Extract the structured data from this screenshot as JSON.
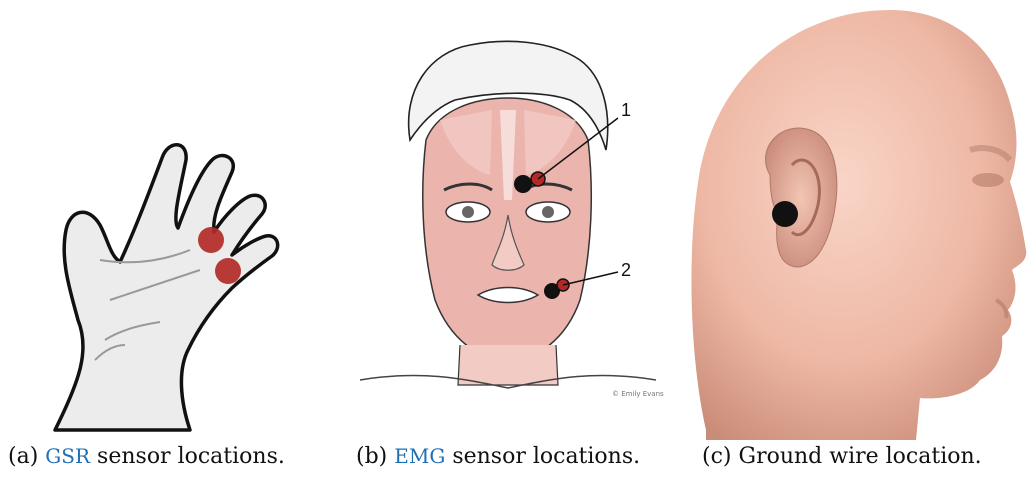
{
  "figure": {
    "subfigures": [
      {
        "label": "(a)",
        "acronym": "GSR",
        "caption_rest": "sensor locations.",
        "image_alt": "hand with two red electrodes on two fingers"
      },
      {
        "label": "(b)",
        "acronym": "EMG",
        "caption_rest": "sensor locations.",
        "callouts": [
          "1",
          "2"
        ],
        "credit": "© Emily Evans",
        "image_alt": "face muscle anatomy with two electrode pairs"
      },
      {
        "label": "(c)",
        "caption_rest": "Ground wire location.",
        "image_alt": "3D head profile with black dot behind ear"
      }
    ]
  },
  "colors": {
    "electrode_red": "#b22a26",
    "electrode_black": "#111111",
    "hand_fill": "#ececec",
    "skin_3d": "#f0bda9",
    "muscle": "#e8b4ad",
    "acronym_link": "#1f6fb5"
  }
}
